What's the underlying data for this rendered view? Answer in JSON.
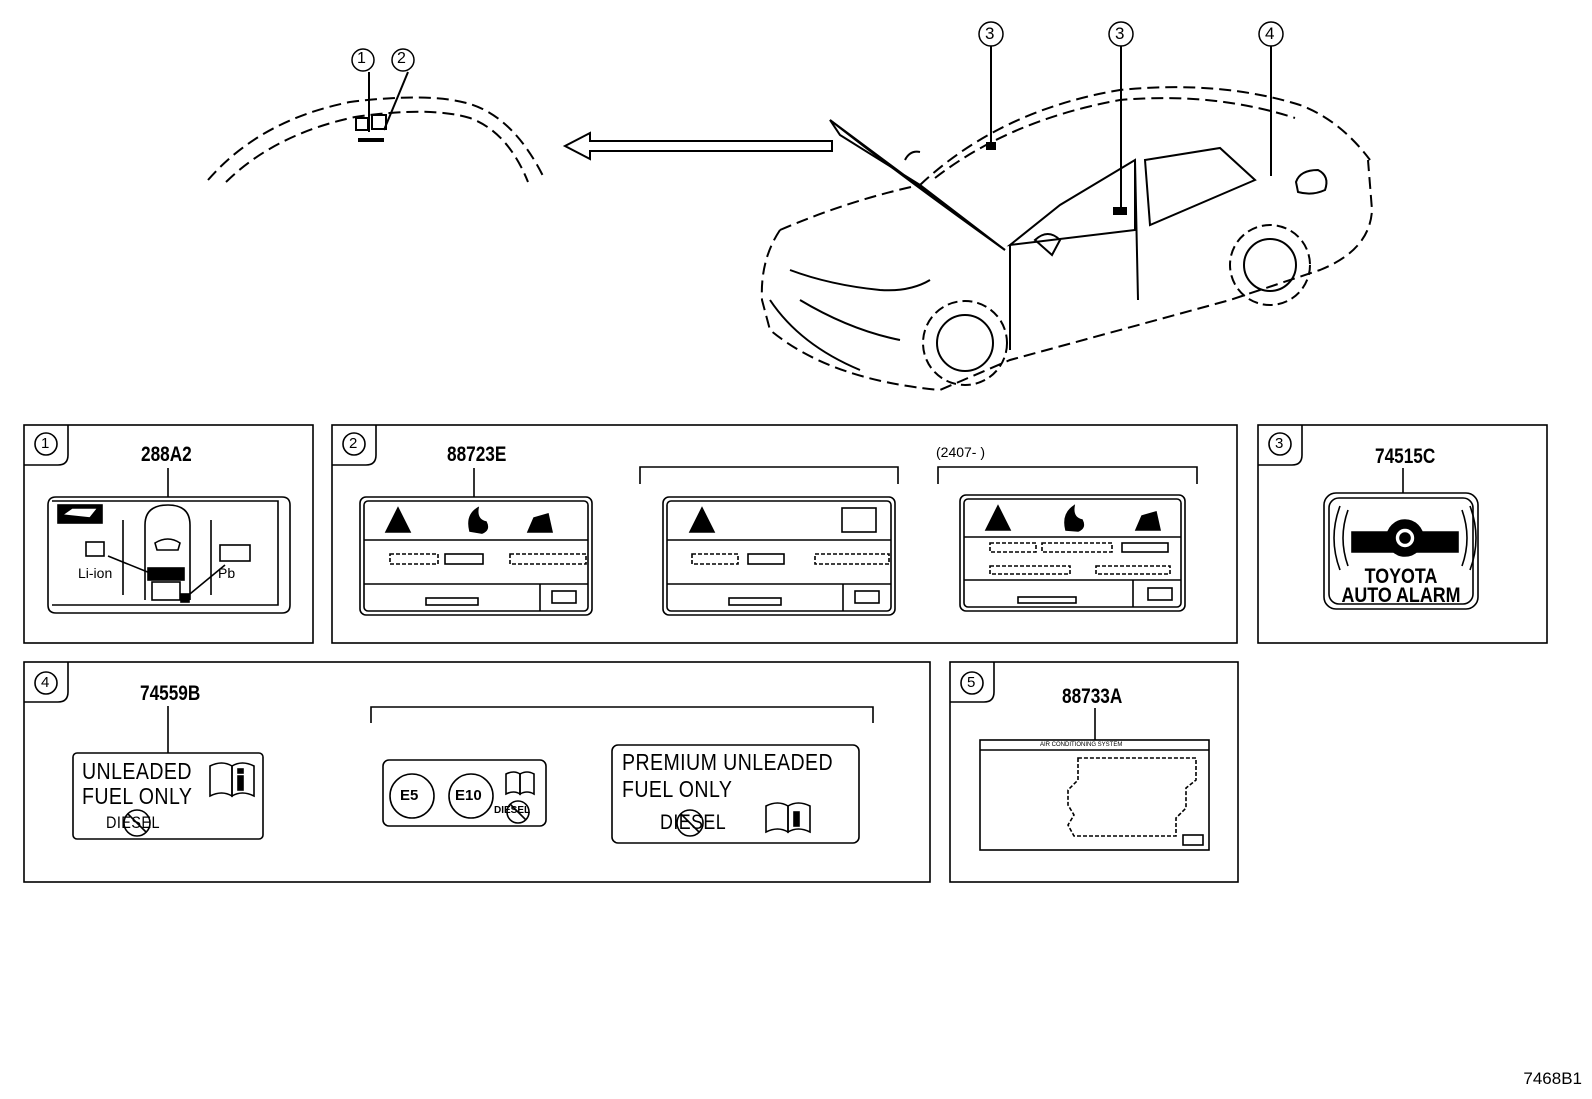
{
  "callouts": [
    "1",
    "2",
    "3",
    "3",
    "4"
  ],
  "panels": {
    "p1": {
      "num": "1",
      "part": "288A2",
      "li_label": "Li-ion",
      "pb_label": "Pb"
    },
    "p2": {
      "num": "2",
      "part": "88723E",
      "range": "(2407-        )"
    },
    "p3": {
      "num": "3",
      "part": "74515C",
      "line1": "TOYOTA",
      "line2": "AUTO ALARM"
    },
    "p4": {
      "num": "4",
      "part": "74559B",
      "l1_line1": "UNLEADED",
      "l1_line2": "FUEL ONLY",
      "l1_line3": "DIESEL",
      "l2_e5": "E5",
      "l2_e10": "E10",
      "l2_diesel": "DIESEL",
      "l3_line1": "PREMIUM  UNLEADED",
      "l3_line2": "FUEL  ONLY",
      "l3_line3": "DIESEL"
    },
    "p5": {
      "num": "5",
      "part": "88733A",
      "label_title": "AIR CONDITIONING SYSTEM"
    }
  },
  "diagram_code": "7468B1"
}
